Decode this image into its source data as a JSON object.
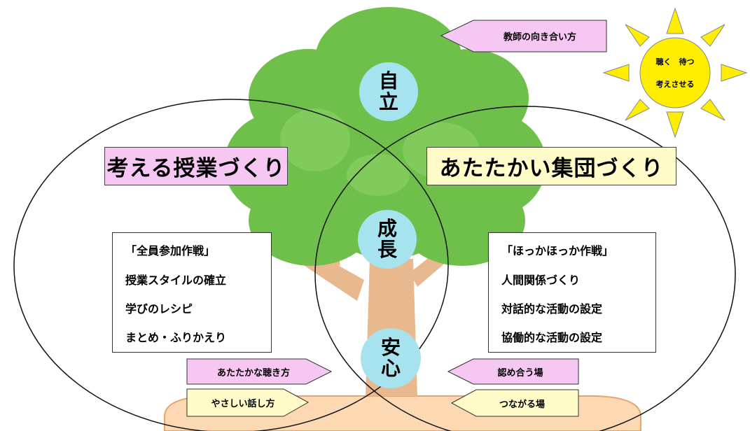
{
  "center_keywords": {
    "top": [
      "自",
      "立"
    ],
    "middle": [
      "成",
      "長"
    ],
    "bottom": [
      "安",
      "心"
    ]
  },
  "left_circle": {
    "title": "考える授業づくり",
    "items": [
      "「全員参加作戦」",
      "授業スタイルの確立",
      "学びのレシピ",
      "まとめ・ふりかえり"
    ],
    "arrows": [
      "あたたかな聴き方",
      "やさしい話し方"
    ]
  },
  "right_circle": {
    "title": "あたたかい集団づくり",
    "items": [
      "「ほっかほっか作戦」",
      "人間関係づくり",
      "対話的な活動の設定",
      "協働的な活動の設定"
    ],
    "arrows": [
      "認め合う場",
      "つながる場"
    ]
  },
  "teacher_arrow": "教師の向き合い方",
  "sun": {
    "line1": "聴く　待つ",
    "line2": "考えさせる"
  },
  "colors": {
    "foliage_dark": "#6fc04a",
    "foliage_light": "#8fd46a",
    "trunk": "#e8b88e",
    "pot": "#fcd9b3",
    "keyword_circle": "#a7e3ee",
    "pink_label": "#f7c7f3",
    "yellow_label": "#fffcc9",
    "sun_fill": "#ffee00",
    "sun_ray": "#ffee00"
  }
}
